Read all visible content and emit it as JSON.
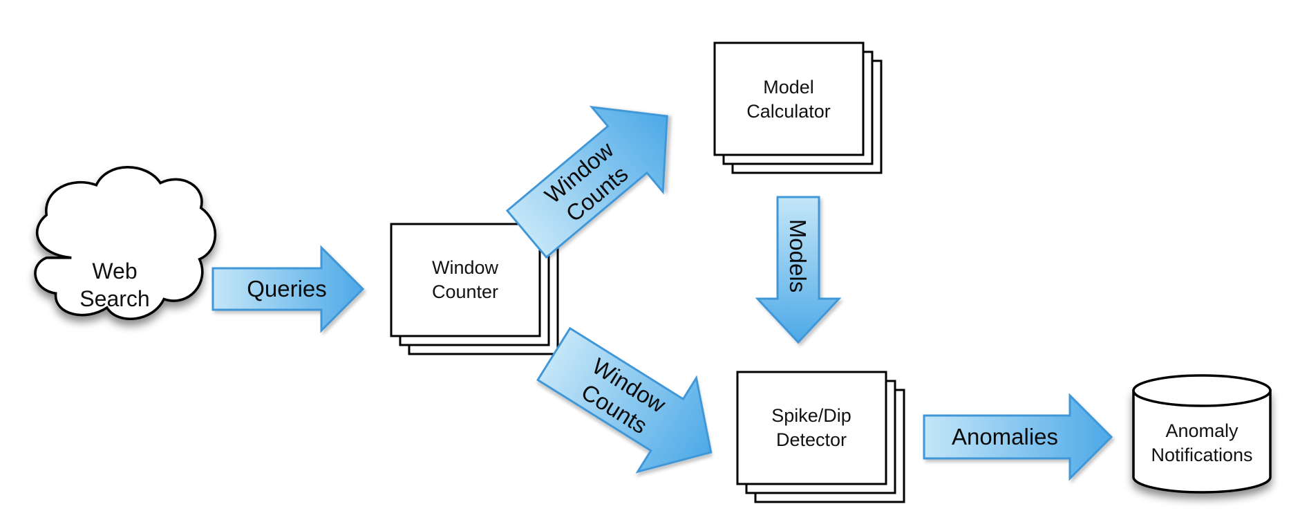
{
  "colors": {
    "arrow_fill_light": "#bfe3f7",
    "arrow_fill_dark": "#4aa9e8",
    "arrow_stroke": "#3f97d8",
    "box_stroke": "#000000",
    "box_fill": "#ffffff",
    "background": "#ffffff"
  },
  "nodes": {
    "web_search": {
      "line1": "Web",
      "line2": "Search",
      "shape": "cloud"
    },
    "window_counter": {
      "line1": "Window",
      "line2": "Counter",
      "shape": "stacked-box"
    },
    "model_calculator": {
      "line1": "Model",
      "line2": "Calculator",
      "shape": "stacked-box"
    },
    "spike_dip_detector": {
      "line1": "Spike/Dip",
      "line2": "Detector",
      "shape": "stacked-box"
    },
    "anomaly_notifications": {
      "line1": "Anomaly",
      "line2": "Notifications",
      "shape": "cylinder"
    }
  },
  "edges": {
    "queries": {
      "label": "Queries",
      "from": "Web Search",
      "to": "Window Counter"
    },
    "window_counts_up": {
      "line1": "Window",
      "line2": "Counts",
      "from": "Window Counter",
      "to": "Model Calculator"
    },
    "window_counts_down": {
      "line1": "Window",
      "line2": "Counts",
      "from": "Window Counter",
      "to": "Spike/Dip Detector"
    },
    "models": {
      "label": "Models",
      "from": "Model Calculator",
      "to": "Spike/Dip Detector"
    },
    "anomalies": {
      "label": "Anomalies",
      "from": "Spike/Dip Detector",
      "to": "Anomaly Notifications"
    }
  }
}
